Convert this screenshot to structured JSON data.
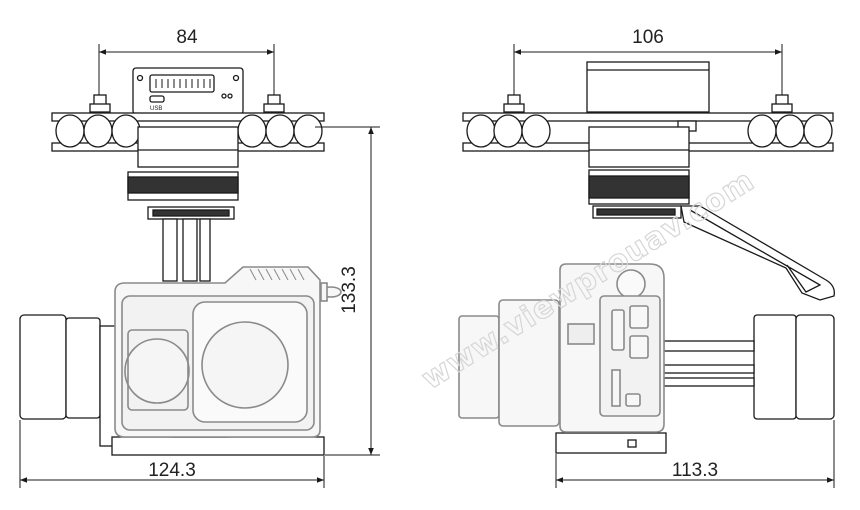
{
  "dimensions": {
    "left_top_width": "84",
    "right_top_width": "106",
    "left_height": "133.3",
    "left_bottom_width": "124.3",
    "right_bottom_width": "113.3"
  },
  "connector_label": "USB",
  "watermark": "www.viewprouav.com",
  "colors": {
    "line": "#1a1a1a",
    "dark_fill": "#333333",
    "camera_line": "#8a8a8a",
    "camera_fill": "#f7f7f7",
    "watermark": "#d6d6d6"
  }
}
